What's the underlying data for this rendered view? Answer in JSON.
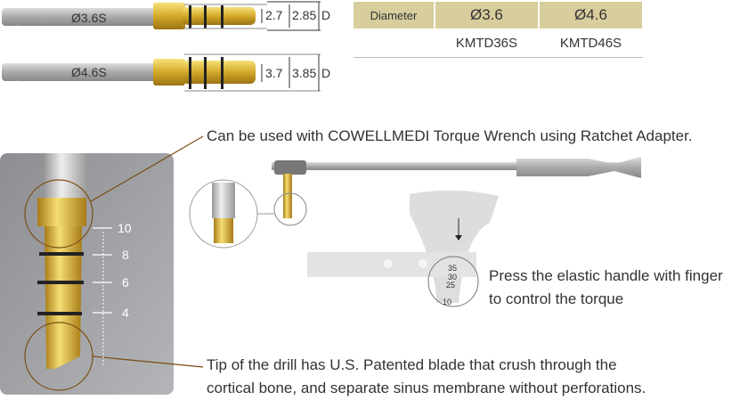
{
  "drills": [
    {
      "label": "Ø3.6S",
      "dim_inner": "2.7",
      "dim_outer": "2.85",
      "dim_d": "D"
    },
    {
      "label": "Ø4.6S",
      "dim_inner": "3.7",
      "dim_outer": "3.85",
      "dim_d": "D"
    }
  ],
  "table": {
    "header": "Diameter",
    "sizes": [
      "Ø3.6",
      "Ø4.6"
    ],
    "codes": [
      "KMTD36S",
      "KMTD46S"
    ]
  },
  "depth_marks": [
    "10",
    "8",
    "6",
    "4"
  ],
  "gauge_marks": [
    "35",
    "30",
    "25",
    "10"
  ],
  "callouts": {
    "wrench": "Can be used with COWELLMEDI Torque Wrench using Ratchet Adapter.",
    "press_1": "Press the elastic handle with finger",
    "press_2": "to control the torque",
    "tip_1": "Tip of the drill has U.S. Patented blade that crush through the",
    "tip_2": "cortical bone, and separate sinus membrane without perforations."
  }
}
